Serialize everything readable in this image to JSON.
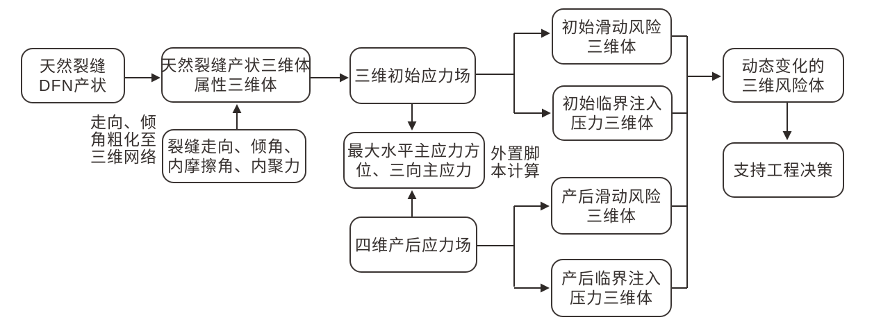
{
  "diagram": {
    "colors": {
      "line": "#3b3533",
      "text": "#36302e",
      "background": "#ffffff"
    },
    "nodes": {
      "dfn": {
        "line1": "天然裂缝",
        "line2": "DFN产状"
      },
      "occurrence_volume": {
        "line1": "天然裂缝产状三维体",
        "line2": "属性三维体"
      },
      "fracture_params": {
        "line1": "裂缝走向、倾角、",
        "line2": "内摩擦角、内聚力"
      },
      "initial_stress": {
        "line1": "三维初始应力场"
      },
      "max_stress": {
        "line1": "最大水平主应力方",
        "line2": "位、三向主应力"
      },
      "post_stress": {
        "line1": "四维产后应力场"
      },
      "init_slip_risk": {
        "line1": "初始滑动风险",
        "line2": "三维体"
      },
      "init_critical_pressure": {
        "line1": "初始临界注入",
        "line2": "压力三维体"
      },
      "post_slip_risk": {
        "line1": "产后滑动风险",
        "line2": "三维体"
      },
      "post_critical_pressure": {
        "line1": "产后临界注入",
        "line2": "压力三维体"
      },
      "dynamic_risk": {
        "line1": "动态变化的",
        "line2": "三维风险体"
      },
      "decision": {
        "line1": "支持工程决策"
      }
    },
    "edge_labels": {
      "coarsen": {
        "line1": "走向、倾",
        "line2": "角粗化至",
        "line3": "三维网络"
      },
      "script": {
        "line1": "外置脚",
        "line2": "本计算"
      }
    }
  }
}
